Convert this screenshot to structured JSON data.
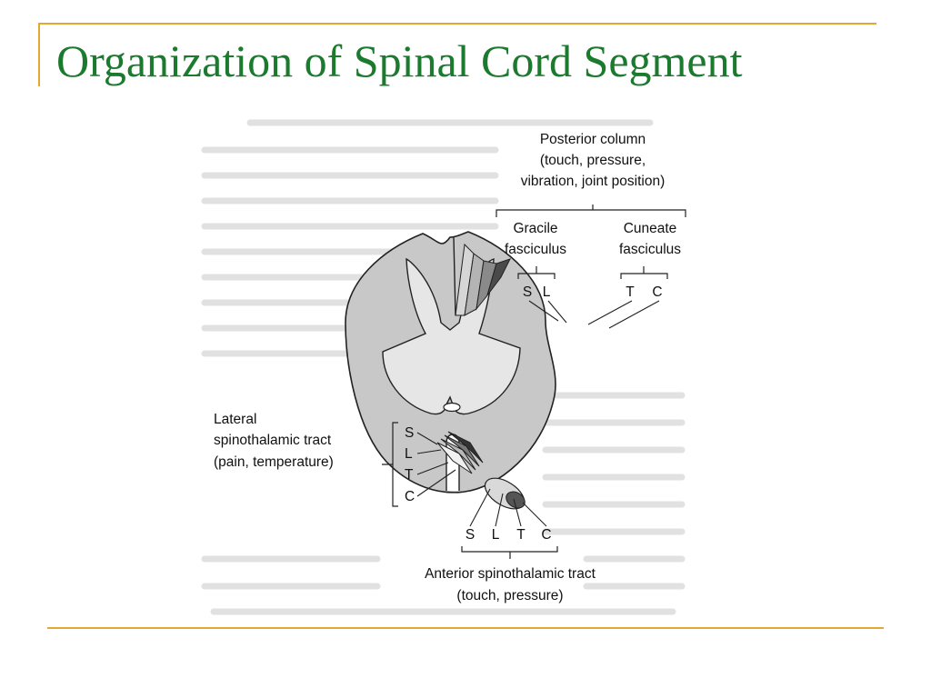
{
  "title": "Organization of Spinal Cord Segment",
  "diagram": {
    "posterior_column": {
      "lines": [
        "Posterior column",
        "(touch, pressure,",
        "vibration, joint position)"
      ],
      "gracile": [
        "Gracile",
        "fasciculus"
      ],
      "cuneate": [
        "Cuneate",
        "fasciculus"
      ],
      "gracile_letters": [
        "S",
        "L"
      ],
      "cuneate_letters": [
        "T",
        "C"
      ]
    },
    "lateral_tract": {
      "lines": [
        "Lateral",
        "spinothalamic tract",
        "(pain, temperature)"
      ],
      "letters": [
        "S",
        "L",
        "T",
        "C"
      ]
    },
    "anterior_tract": {
      "lines": [
        "Anterior spinothalamic tract",
        "(touch, pressure)"
      ],
      "letters": [
        "S",
        "L",
        "T",
        "C"
      ]
    }
  },
  "colors": {
    "title": "#1b7a2e",
    "frame_accent": "#e2a834",
    "white_matter": "#c8c8c8",
    "gray_matter": "#e6e6e6"
  }
}
